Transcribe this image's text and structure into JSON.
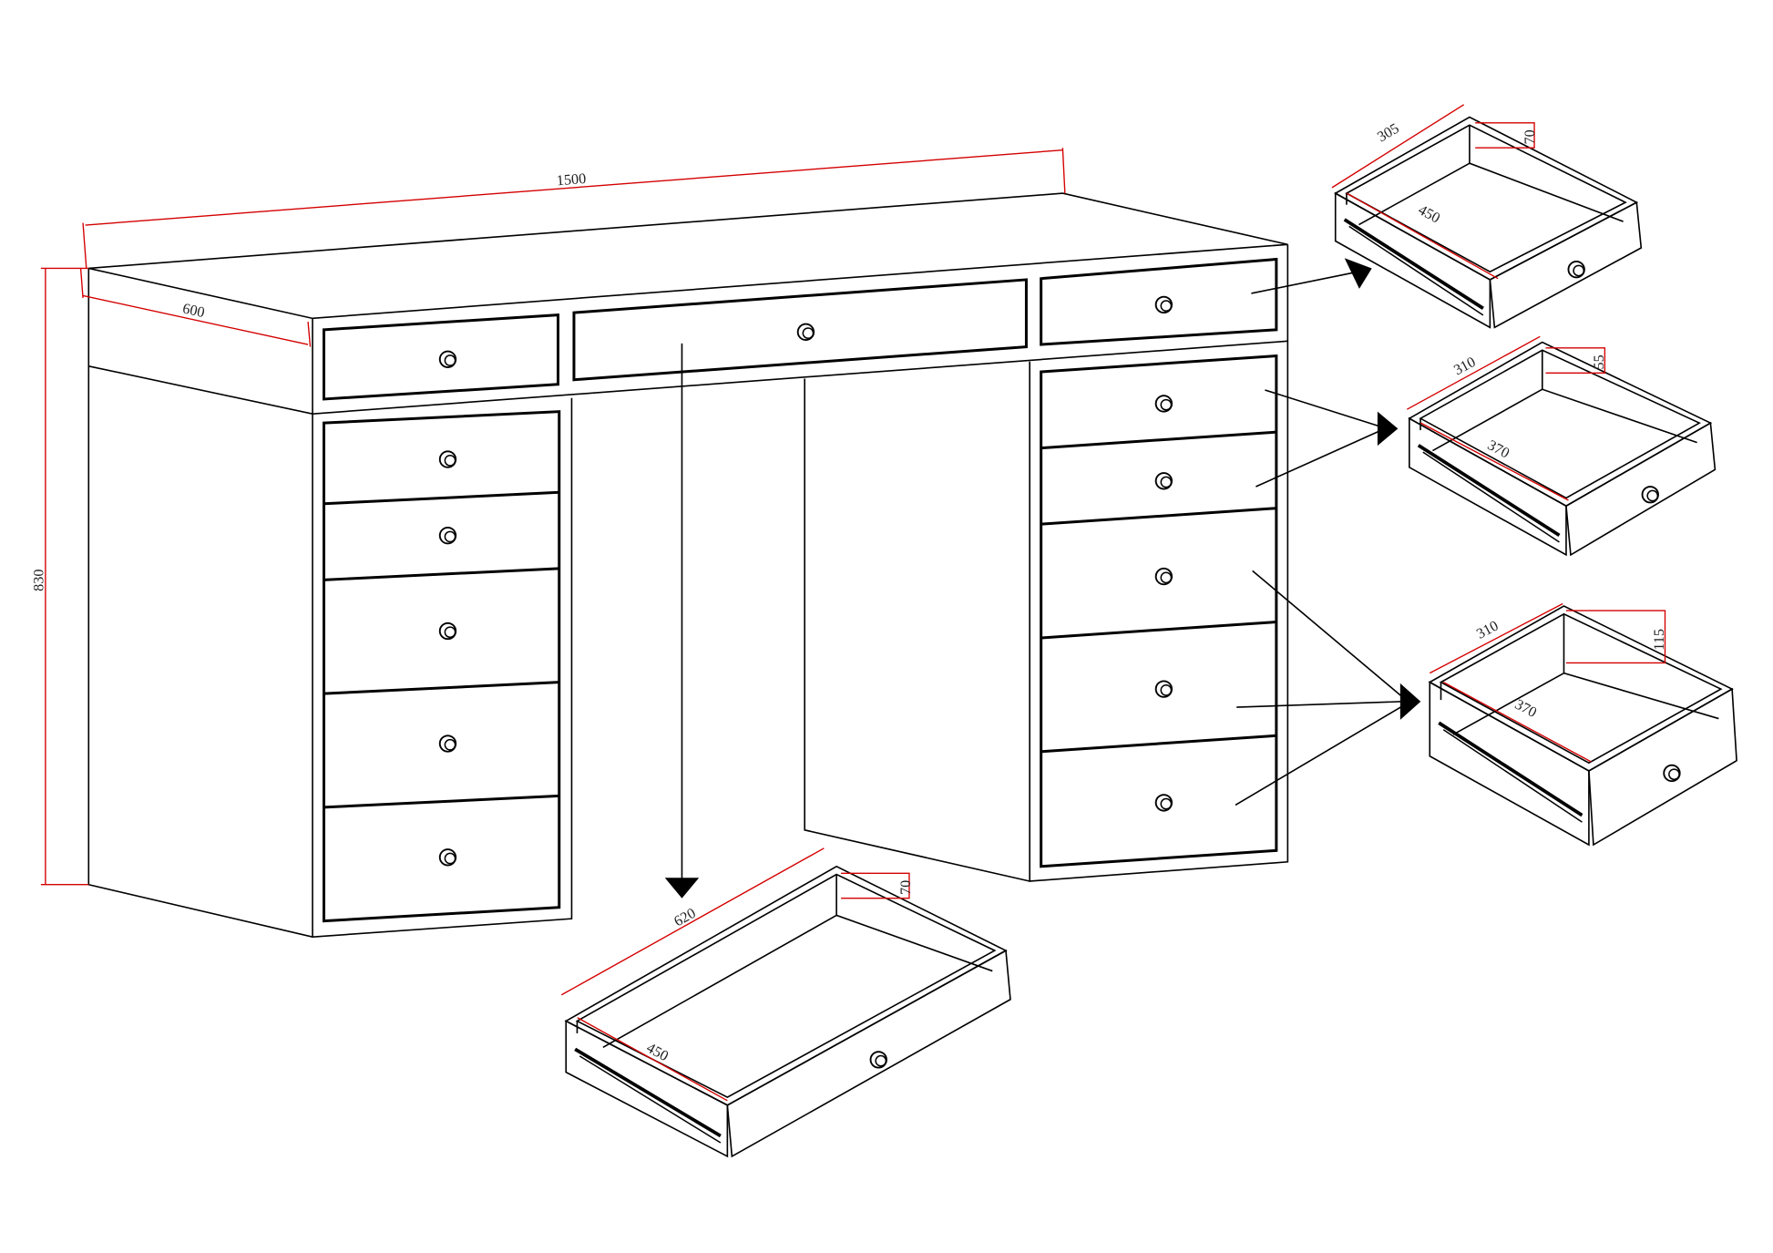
{
  "desk": {
    "dimensions": {
      "width": "1500",
      "depth": "600",
      "height": "830"
    }
  },
  "drawers": [
    {
      "id": "top-drawer",
      "width": "305",
      "height": "70",
      "depth": "450"
    },
    {
      "id": "small-drawer",
      "width": "310",
      "height": "55",
      "depth": "370"
    },
    {
      "id": "large-drawer",
      "width": "310",
      "height": "115",
      "depth": "370"
    },
    {
      "id": "center-drawer",
      "width": "620",
      "height": "70",
      "depth": "450"
    }
  ],
  "colors": {
    "line": "#000000",
    "dimension": "#d40000",
    "background": "#ffffff"
  }
}
